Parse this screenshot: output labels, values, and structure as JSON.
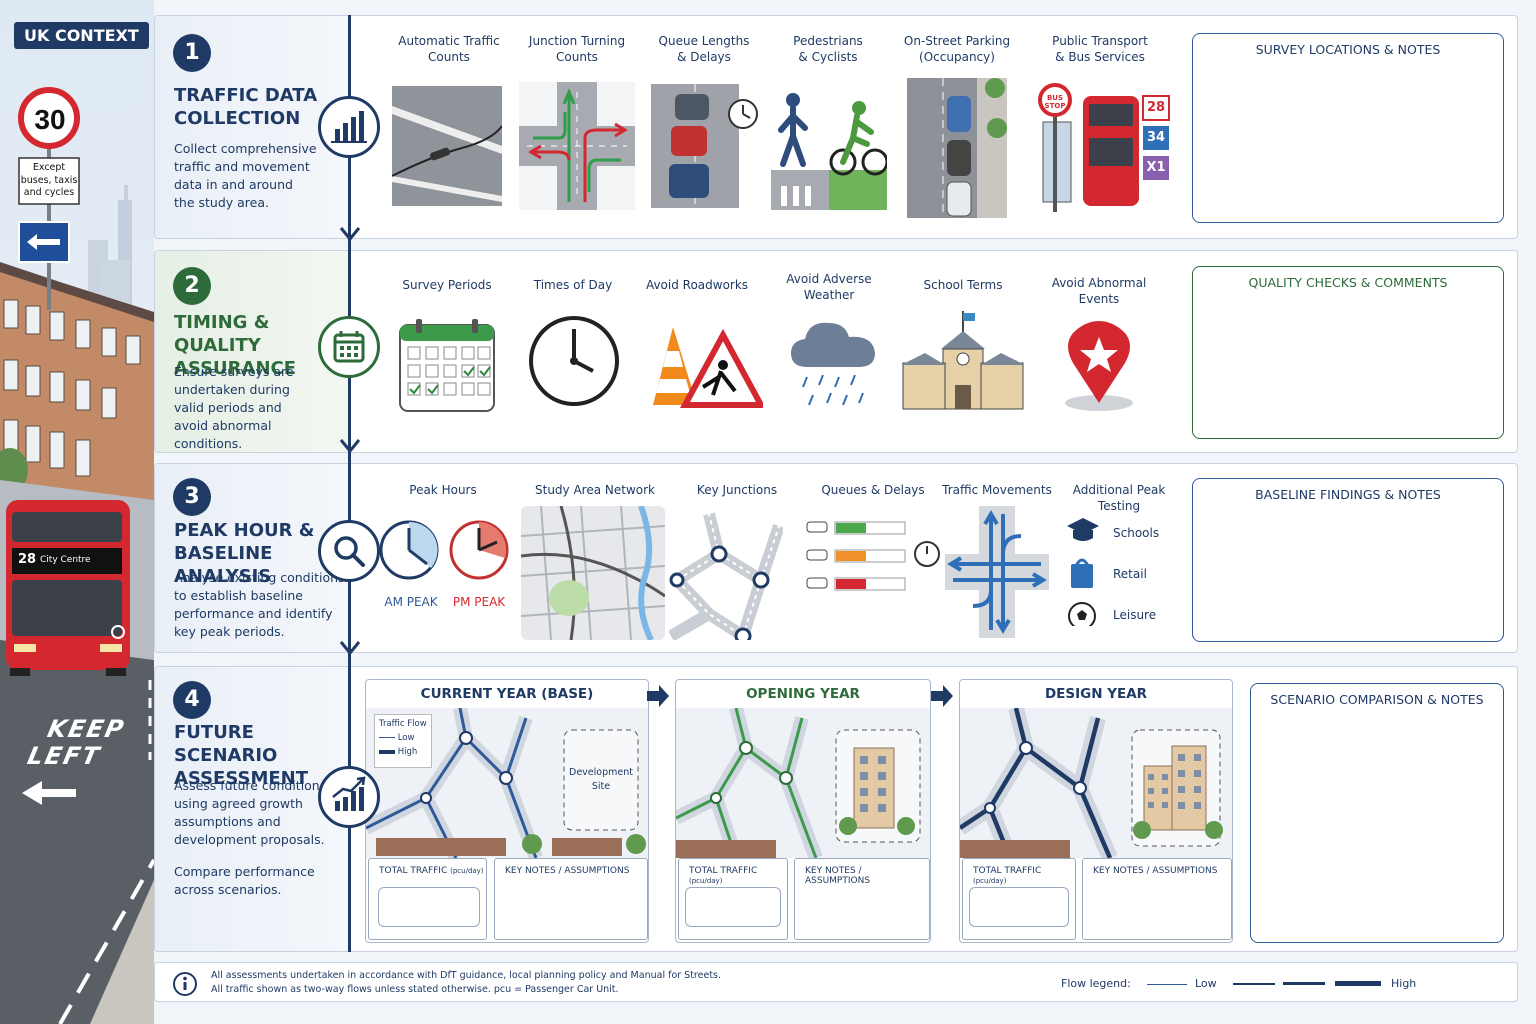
{
  "context_label": "UK CONTEXT",
  "sign": {
    "speed": "30",
    "plate": [
      "Except",
      "buses, taxis",
      "and cycles"
    ]
  },
  "bus": {
    "route": "28",
    "destination": "City Centre"
  },
  "road": {
    "marking": [
      "KEEP",
      "LEFT"
    ]
  },
  "sections": [
    {
      "num": "1",
      "title": [
        "TRAFFIC DATA",
        "COLLECTION"
      ],
      "desc": [
        "Collect comprehensive",
        "traffic and movement",
        "data in and around",
        "the study area."
      ],
      "items": [
        [
          "Automatic Traffic",
          "Counts"
        ],
        [
          "Junction Turning",
          "Counts"
        ],
        [
          "Queue Lengths",
          "& Delays"
        ],
        [
          "Pedestrians",
          "& Cyclists"
        ],
        [
          "On-Street Parking",
          "(Occupancy)"
        ],
        [
          "Public Transport",
          "& Bus Services"
        ]
      ],
      "bus_stop": [
        "BUS",
        "STOP"
      ],
      "routes": [
        "28",
        "34",
        "X1"
      ],
      "notes": "SURVEY LOCATIONS & NOTES"
    },
    {
      "num": "2",
      "title": [
        "TIMING & QUALITY",
        "ASSURANCE"
      ],
      "desc": [
        "Ensure surveys are",
        "undertaken during",
        "valid periods and",
        "avoid abnormal",
        "conditions."
      ],
      "items": [
        [
          "Survey Periods"
        ],
        [
          "Times of Day"
        ],
        [
          "Avoid Roadworks"
        ],
        [
          "Avoid Adverse",
          "Weather"
        ],
        [
          "School Terms"
        ],
        [
          "Avoid Abnormal",
          "Events"
        ]
      ],
      "notes": "QUALITY CHECKS & COMMENTS"
    },
    {
      "num": "3",
      "title": [
        "PEAK HOUR &",
        "BASELINE ANALYSIS"
      ],
      "desc": [
        "Analyse existing conditions",
        "to establish baseline",
        "performance and identify",
        "key peak periods."
      ],
      "items": [
        [
          "Peak Hours"
        ],
        [
          "Study Area Network"
        ],
        [
          "Key Junctions"
        ],
        [
          "Queues & Delays"
        ],
        [
          "Traffic Movements"
        ],
        [
          "Additional Peak Testing"
        ]
      ],
      "am": "AM PEAK",
      "pm": "PM PEAK",
      "extras": [
        "Schools",
        "Retail",
        "Leisure"
      ],
      "notes": "BASELINE FINDINGS & NOTES"
    },
    {
      "num": "4",
      "title": [
        "FUTURE SCENARIO",
        "ASSESSMENT"
      ],
      "desc": [
        "Assess future conditions",
        "using agreed growth",
        "assumptions and",
        "development proposals."
      ],
      "desc2": [
        "Compare performance",
        "across scenarios."
      ],
      "scenarios": [
        "CURRENT YEAR (BASE)",
        "OPENING YEAR",
        "DESIGN YEAR"
      ],
      "legend": {
        "title": "Traffic Flow",
        "low": "Low",
        "high": "High"
      },
      "dev_site": [
        "Development",
        "Site"
      ],
      "total_label": "TOTAL TRAFFIC",
      "total_unit": "(pcu/day)",
      "notes_label": "KEY NOTES / ASSUMPTIONS",
      "notes": "SCENARIO COMPARISON & NOTES"
    }
  ],
  "footer": {
    "lines": [
      "All assessments undertaken in accordance with DfT guidance, local planning policy and Manual for Streets.",
      "All traffic shown as two-way flows unless stated otherwise. pcu = Passenger Car Unit."
    ],
    "legend_label": "Flow legend:",
    "low": "Low",
    "high": "High"
  },
  "colors": {
    "navy": "#1f3a64",
    "green": "#2e6b3a",
    "red": "#d3282f",
    "accent_blue": "#2f6fb8"
  }
}
